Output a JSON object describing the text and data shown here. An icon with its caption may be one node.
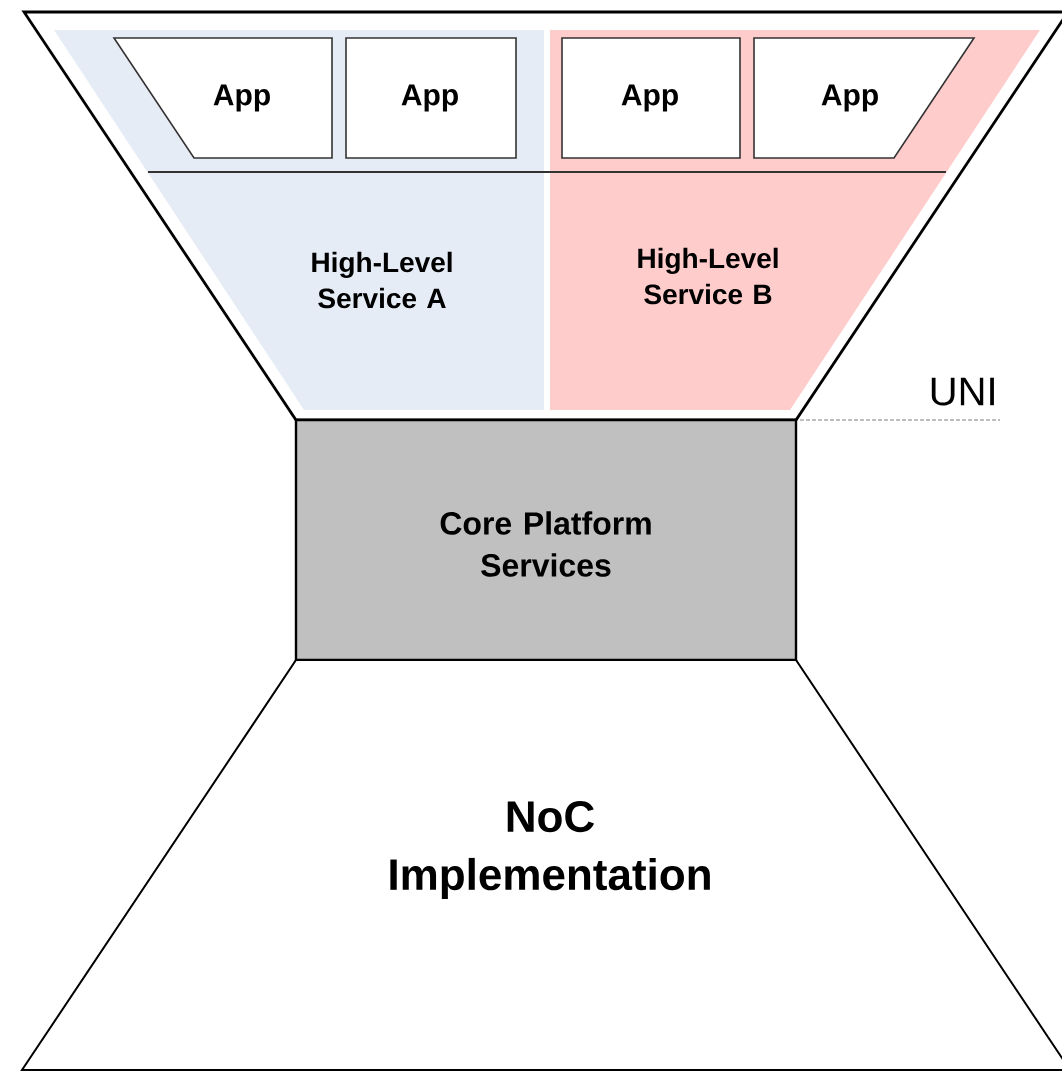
{
  "diagram": {
    "nodes": [
      {
        "text": [],
        "shape": "trapezoid"
      },
      {
        "text": [
          "High-Level Service A"
        ],
        "in": 0
      },
      {
        "text": [
          "High-Level Service B"
        ],
        "in": 0
      },
      {
        "text": [
          "App"
        ],
        "in": 1
      },
      {
        "text": [
          "App"
        ],
        "in": 1
      },
      {
        "text": [
          "App"
        ],
        "in": 2
      },
      {
        "text": [
          "App"
        ],
        "in": 2
      },
      {
        "text": [
          "Core Platform Services"
        ]
      },
      {
        "text": [
          "NoC Implementation"
        ]
      }
    ],
    "edges": [],
    "labels": [
      "UNI"
    ]
  }
}
